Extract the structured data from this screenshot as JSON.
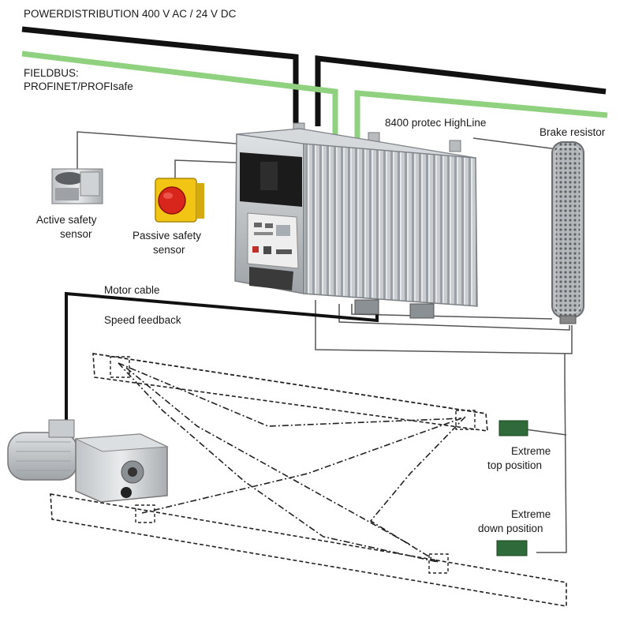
{
  "labels": {
    "power_distribution": "POWERDISTRIBUTION 400 V AC / 24 V DC",
    "fieldbus_line1": "FIELDBUS:",
    "fieldbus_line2": "PROFINET/PROFIsafe",
    "inverter": "8400 protec HighLine",
    "brake_resistor": "Brake resistor",
    "active_sensor_line1": "Active safety",
    "active_sensor_line2": "sensor",
    "passive_sensor_line1": "Passive safety",
    "passive_sensor_line2": "sensor",
    "motor_cable": "Motor cable",
    "speed_feedback": "Speed feedback",
    "top_line1": "Extreme",
    "top_line2": "top position",
    "down_line1": "Extreme",
    "down_line2": "down position"
  },
  "colors": {
    "power_line": "#111111",
    "fieldbus_line": "#8fd17f",
    "limit_switch": "#2f6b3a",
    "estop_red": "#d9261c",
    "estop_yellow": "#f2c515"
  }
}
